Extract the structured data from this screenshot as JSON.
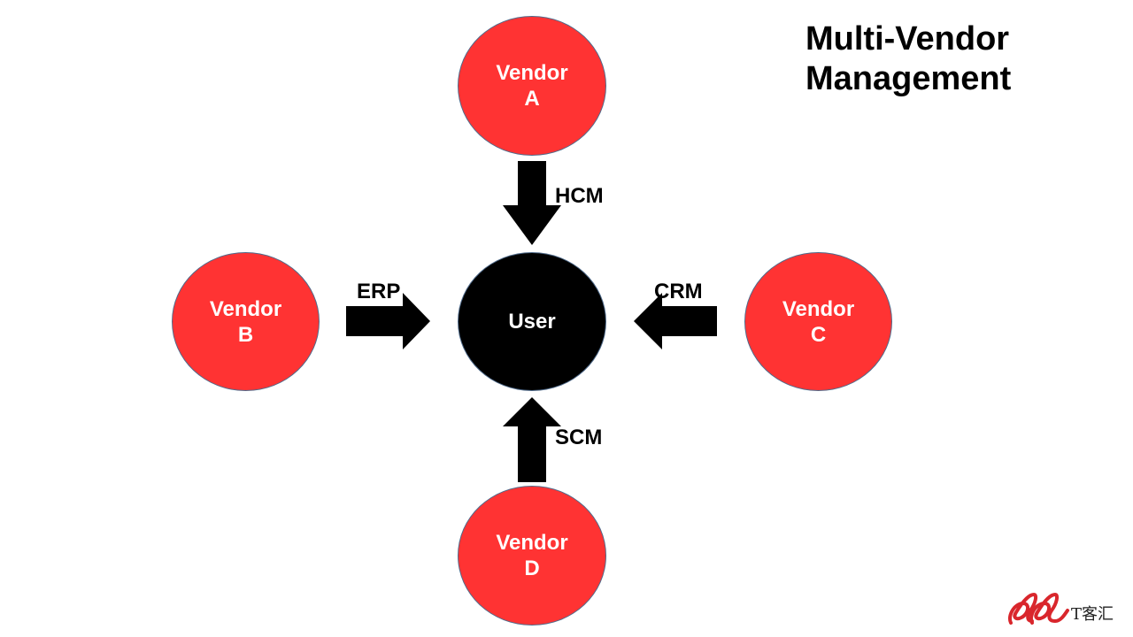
{
  "title": {
    "line1": "Multi-Vendor",
    "line2": "Management"
  },
  "center": {
    "label": "User"
  },
  "vendors": {
    "a": {
      "line1": "Vendor",
      "line2": "A"
    },
    "b": {
      "line1": "Vendor",
      "line2": "B"
    },
    "c": {
      "line1": "Vendor",
      "line2": "C"
    },
    "d": {
      "line1": "Vendor",
      "line2": "D"
    }
  },
  "flows": {
    "a": "HCM",
    "b": "ERP",
    "c": "CRM",
    "d": "SCM"
  },
  "watermark": {
    "text": "T客汇"
  },
  "colors": {
    "vendor_fill": "#ff3333",
    "user_fill": "#000000",
    "arrow_fill": "#000000",
    "circle_outline": "#4f6a8a",
    "logo_red": "#d9262c"
  }
}
